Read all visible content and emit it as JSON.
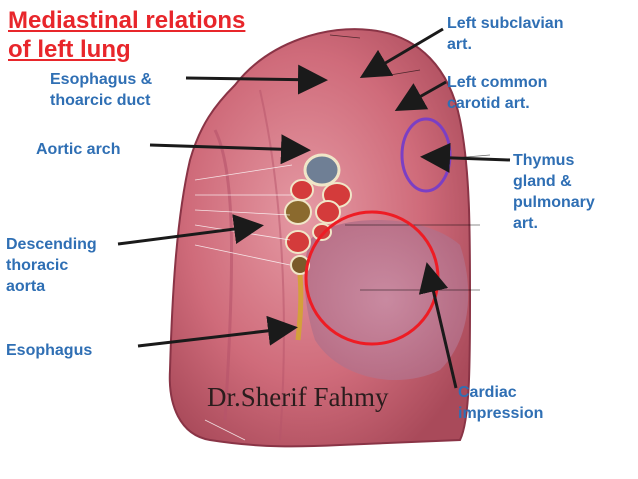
{
  "title": {
    "line1": "Mediastinal relations",
    "line2": "of left lung"
  },
  "labels": {
    "esophagus_thoracic_duct": "Esophagus &\nthoarcic duct",
    "aortic_arch": "Aortic arch",
    "descending_thoracic_aorta": "Descending\nthoracic\naorta",
    "esophagus": "Esophagus",
    "left_subclavian": "Left subclavian\nart.",
    "left_common_carotid": "Left common\ncarotid art.",
    "thymus_pulmonary": "Thymus\ngland &\npulmonary\nart.",
    "cardiac_impression": "Cardiac\nimpression"
  },
  "watermark": "Dr.Sherif Fahmy",
  "colors": {
    "title": "#e8262b",
    "label": "#2f6fb4",
    "lung": "#cf6b7a",
    "highlight_red": "#ee1c24",
    "highlight_purple": "#7b3fc4",
    "arrow": "#1a1a1a"
  }
}
